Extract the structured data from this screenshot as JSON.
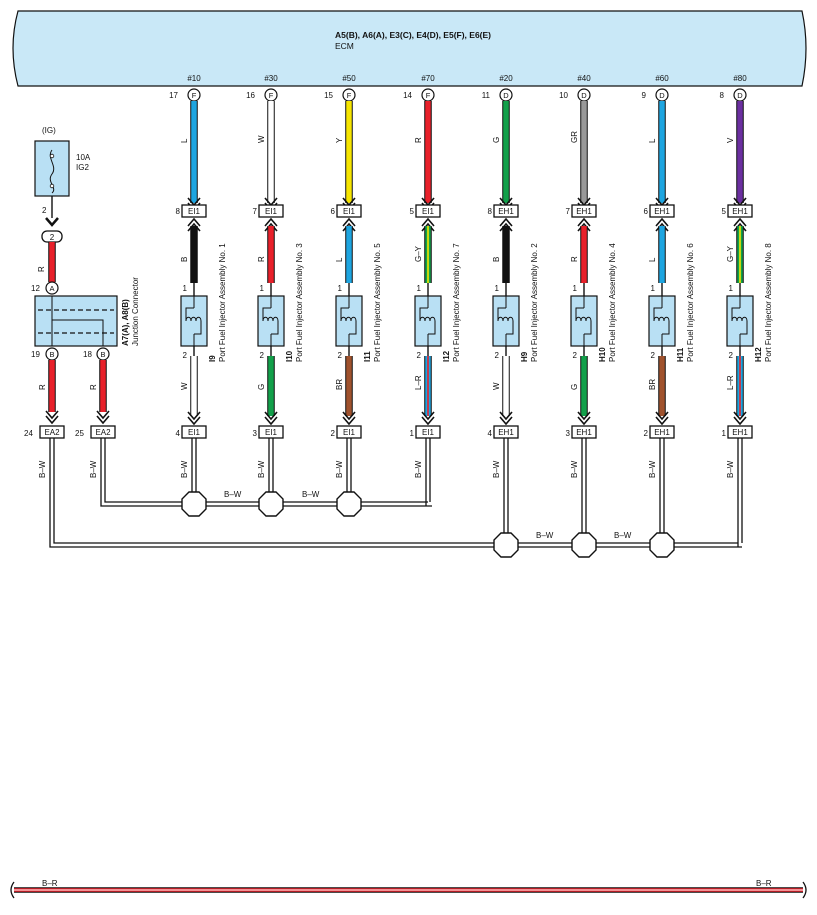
{
  "ecm": {
    "connectors": "A5(B), A6(A), E3(C), E4(D), E5(F), E6(E)",
    "name": "ECM"
  },
  "fuse": {
    "supply": "(IG)",
    "rating": "10A",
    "name": "IG2",
    "pin_out": "2",
    "splice_pin": "2"
  },
  "junction": {
    "connectors": "A7(A), A8(B)",
    "name": "Junction Connector",
    "pin_in_num": "12",
    "pin_in_letter": "A",
    "pin_out1_num": "19",
    "pin_out1_letter": "B",
    "pin_out2_num": "18",
    "pin_out2_letter": "B",
    "wire_in": "R",
    "wire_out1": "R",
    "wire_out2": "R"
  },
  "ground_connectors": [
    {
      "pin": "24",
      "label": "EA2",
      "wire": "B–W"
    },
    {
      "pin": "25",
      "label": "EA2",
      "wire": "B–W"
    }
  ],
  "injectors": [
    {
      "signal": "#10",
      "ecm_pin": "17",
      "ecm_letter": "F",
      "wire_top": "L",
      "color_top": "#1ea5e0",
      "conn_top_pin": "8",
      "conn_top": "EI1",
      "wire_mid": "B",
      "color_mid": "#111111",
      "stripe_mid": "",
      "pin1": "1",
      "pin2": "2",
      "wire_bot": "W",
      "color_bot": "#ffffff",
      "stripe_bot": "",
      "conn_bot_pin": "4",
      "conn_bot": "EI1",
      "gnd_wire": "B–W",
      "code": "I9",
      "name": "Port Fuel Injector Assembly No. 1"
    },
    {
      "signal": "#30",
      "ecm_pin": "16",
      "ecm_letter": "F",
      "wire_top": "W",
      "color_top": "#ffffff",
      "conn_top_pin": "7",
      "conn_top": "EI1",
      "wire_mid": "R",
      "color_mid": "#e8202a",
      "stripe_mid": "",
      "pin1": "1",
      "pin2": "2",
      "wire_bot": "G",
      "color_bot": "#12a04a",
      "stripe_bot": "",
      "conn_bot_pin": "3",
      "conn_bot": "EI1",
      "gnd_wire": "B–W",
      "code": "I10",
      "name": "Port Fuel Injector Assembly No. 3"
    },
    {
      "signal": "#50",
      "ecm_pin": "15",
      "ecm_letter": "F",
      "wire_top": "Y",
      "color_top": "#f6e500",
      "conn_top_pin": "6",
      "conn_top": "EI1",
      "wire_mid": "L",
      "color_mid": "#1ea5e0",
      "stripe_mid": "",
      "pin1": "1",
      "pin2": "2",
      "wire_bot": "BR",
      "color_bot": "#a0522d",
      "stripe_bot": "",
      "conn_bot_pin": "2",
      "conn_bot": "EI1",
      "gnd_wire": "B–W",
      "code": "I11",
      "name": "Port Fuel Injector Assembly No. 5"
    },
    {
      "signal": "#70",
      "ecm_pin": "14",
      "ecm_letter": "F",
      "wire_top": "R",
      "color_top": "#e8202a",
      "conn_top_pin": "5",
      "conn_top": "EI1",
      "wire_mid": "G–Y",
      "color_mid": "#12a04a",
      "stripe_mid": "#f6e500",
      "pin1": "1",
      "pin2": "2",
      "wire_bot": "L–R",
      "color_bot": "#1ea5e0",
      "stripe_bot": "#e8202a",
      "conn_bot_pin": "1",
      "conn_bot": "EI1",
      "gnd_wire": "B–W",
      "code": "I12",
      "name": "Port Fuel Injector Assembly No. 7"
    },
    {
      "signal": "#20",
      "ecm_pin": "11",
      "ecm_letter": "D",
      "wire_top": "G",
      "color_top": "#12a04a",
      "conn_top_pin": "8",
      "conn_top": "EH1",
      "wire_mid": "B",
      "color_mid": "#111111",
      "stripe_mid": "",
      "pin1": "1",
      "pin2": "2",
      "wire_bot": "W",
      "color_bot": "#ffffff",
      "stripe_bot": "",
      "conn_bot_pin": "4",
      "conn_bot": "EH1",
      "gnd_wire": "B–W",
      "code": "H9",
      "name": "Port Fuel Injector Assembly No. 2"
    },
    {
      "signal": "#40",
      "ecm_pin": "10",
      "ecm_letter": "D",
      "wire_top": "GR",
      "color_top": "#999999",
      "conn_top_pin": "7",
      "conn_top": "EH1",
      "wire_mid": "R",
      "color_mid": "#e8202a",
      "stripe_mid": "",
      "pin1": "1",
      "pin2": "2",
      "wire_bot": "G",
      "color_bot": "#12a04a",
      "stripe_bot": "",
      "conn_bot_pin": "3",
      "conn_bot": "EH1",
      "gnd_wire": "B–W",
      "code": "H10",
      "name": "Port Fuel Injector Assembly No. 4"
    },
    {
      "signal": "#60",
      "ecm_pin": "9",
      "ecm_letter": "D",
      "wire_top": "L",
      "color_top": "#1ea5e0",
      "conn_top_pin": "6",
      "conn_top": "EH1",
      "wire_mid": "L",
      "color_mid": "#1ea5e0",
      "stripe_mid": "",
      "pin1": "1",
      "pin2": "2",
      "wire_bot": "BR",
      "color_bot": "#a0522d",
      "stripe_bot": "",
      "conn_bot_pin": "2",
      "conn_bot": "EH1",
      "gnd_wire": "B–W",
      "code": "H11",
      "name": "Port Fuel Injector Assembly No. 6"
    },
    {
      "signal": "#80",
      "ecm_pin": "8",
      "ecm_letter": "D",
      "wire_top": "V",
      "color_top": "#6b2fa0",
      "conn_top_pin": "5",
      "conn_top": "EH1",
      "wire_mid": "G–Y",
      "color_mid": "#12a04a",
      "stripe_mid": "#f6e500",
      "pin1": "1",
      "pin2": "2",
      "wire_bot": "L–R",
      "color_bot": "#1ea5e0",
      "stripe_bot": "#e8202a",
      "conn_bot_pin": "1",
      "conn_bot": "EH1",
      "gnd_wire": "B–W",
      "code": "H12",
      "name": "Port Fuel Injector Assembly No. 8"
    }
  ],
  "ground_bus_labels": {
    "upper": [
      "B–W",
      "B–W"
    ],
    "lower": [
      "B–W",
      "B–W"
    ]
  },
  "bottom_bus": {
    "label_left": "B–R",
    "label_right": "B–R"
  },
  "colors": {
    "ecm_fill": "#c9e8f7",
    "component_fill": "#b9e0f4",
    "red": "#e8202a",
    "black": "#111111"
  }
}
